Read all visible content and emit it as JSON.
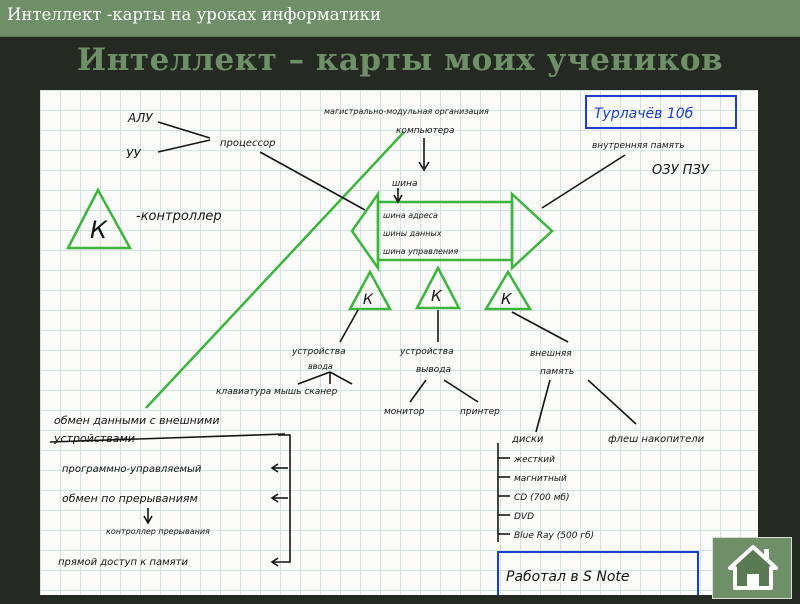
{
  "header": {
    "title": "Интеллект -карты на уроках информатики"
  },
  "slide": {
    "title": "Интеллект – карты моих учеников"
  },
  "mindmap": {
    "alu": "АЛУ",
    "uu": "УУ",
    "processor": "процессор",
    "center_title_line1": "магистрально-модульная организация",
    "center_title_line2": "компьютера",
    "student_name": "Турлачёв 10б",
    "internal_memory": "внутренняя память",
    "ozu_pzu": "ОЗУ  ПЗУ",
    "bus": "шина",
    "bus_address": "шина адреса",
    "bus_data": "шины данных",
    "bus_control": "шина управления",
    "controller_letter": "К",
    "controller": "-контроллер",
    "input_devices_line1": "устройства",
    "input_devices_line2": "ввода",
    "input_devices_list": "клавиатура  мышь  сканер",
    "output_devices_line1": "устройства",
    "output_devices_line2": "вывода",
    "monitor": "монитор",
    "printer": "принтер",
    "external_memory_line1": "внешняя",
    "external_memory_line2": "память",
    "exchange_line1": "обмен данными с внешними",
    "exchange_line2": "устройствами",
    "program_controlled": "программно-управляемый",
    "interrupt_exchange": "обмен по прерываниям",
    "interrupt_controller": "контроллер прерывания",
    "direct_memory_access": "прямой доступ к памяти",
    "disks": "диски",
    "flash": "флеш накопители",
    "disk_types": [
      "жесткий",
      "магнитный",
      "CD (700 мб)",
      "DVD",
      "Blue Ray (500 гб)"
    ],
    "made_in": "Работал в  S Note"
  },
  "navigation": {
    "home_label": "home-icon"
  },
  "colors": {
    "accent": "#6f8f68",
    "ink": "#141414",
    "blue_ink": "#1a3fd0",
    "diagram_green": "#3bb53b"
  }
}
